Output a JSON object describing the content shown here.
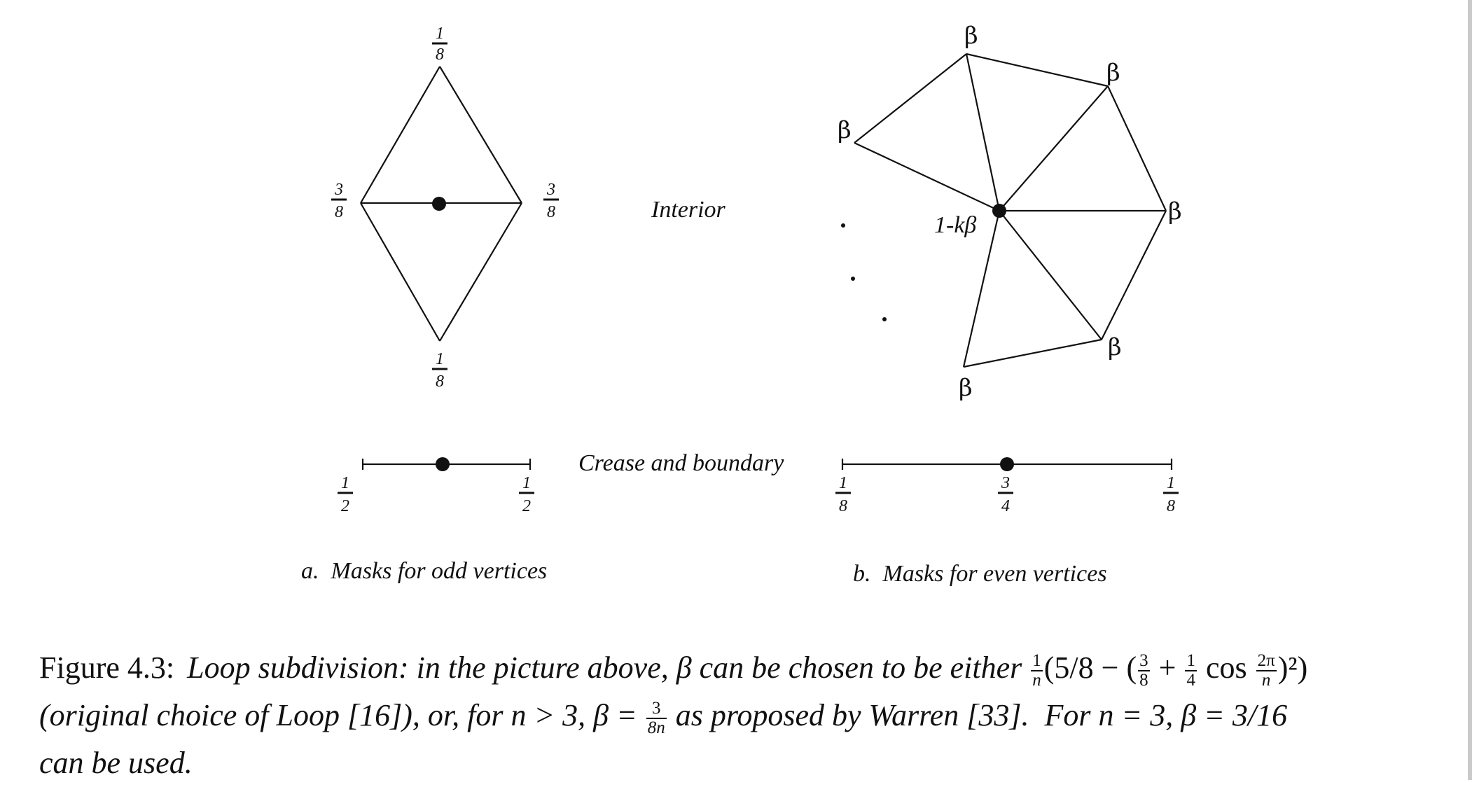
{
  "odd": {
    "interior": {
      "top": "1/8",
      "bottom": "1/8",
      "left": "3/8",
      "right": "3/8"
    },
    "crease": {
      "left": "1/2",
      "right": "1/2"
    },
    "caption": "a.  Masks for odd vertices"
  },
  "even": {
    "interior": {
      "center": "1-kβ",
      "neighbors": [
        "β",
        "β",
        "β",
        "β",
        "β",
        "β"
      ]
    },
    "crease": {
      "left": "1/8",
      "middle": "3/4",
      "right": "1/8"
    },
    "caption": "b.  Masks for even vertices"
  },
  "labels": {
    "interior": "Interior",
    "crease": "Crease and boundary"
  },
  "figure_caption": {
    "label": "Figure 4.3:",
    "line1_text": "Loop subdivision:  in the picture above, β can be chosen to be either",
    "formula1": {
      "f1_num": "1",
      "f1_den": "n",
      "mid": "(5/8 − (",
      "f2_num": "3",
      "f2_den": "8",
      "plus": " + ",
      "f3_num": "1",
      "f3_den": "4",
      "cos": " cos ",
      "f4_num": "2π",
      "f4_den": "n",
      "end": ")²)"
    },
    "line2_a": "(original choice of Loop [16]), or, for n > 3, β = ",
    "formula2": {
      "num": "3",
      "den": "8n"
    },
    "line2_b": " as proposed by Warren [33].  For n = 3, β = 3/16",
    "line3": "can be used."
  }
}
